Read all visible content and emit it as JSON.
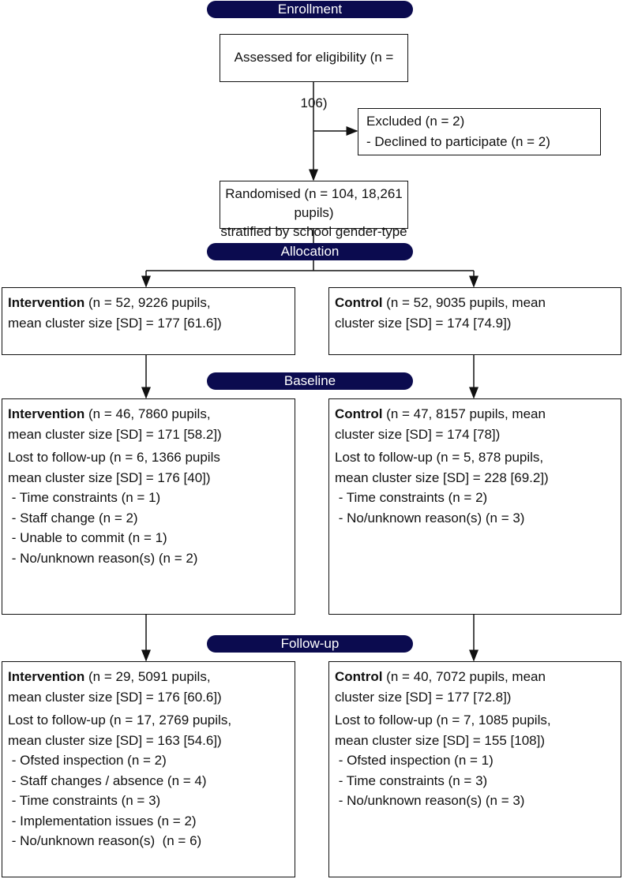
{
  "stages": {
    "enrollment": "Enrollment",
    "allocation": "Allocation",
    "baseline": "Baseline",
    "followup": "Follow-up"
  },
  "assessed": "Assessed for eligibility (n = 106)",
  "excluded": {
    "title": "Excluded (n = 2)",
    "items": [
      "- Declined to participate (n = 2)"
    ]
  },
  "randomised": [
    "Randomised (n = 104, 18,261 pupils)",
    "stratified by school gender-type"
  ],
  "allocation": {
    "intervention": {
      "label": "Intervention",
      "l1": " (n = 52, 9226 pupils,",
      "l2": "mean cluster size [SD] = 177 [61.6])"
    },
    "control": {
      "label": "Control",
      "l1": " (n = 52, 9035 pupils, mean",
      "l2": "cluster size [SD] = 174 [74.9])"
    }
  },
  "baseline": {
    "intervention": {
      "label": "Intervention",
      "l1": " (n = 46, 7860 pupils,",
      "l2": "mean cluster size [SD] = 171 [58.2])",
      "lost": [
        "Lost to follow-up (n = 6, 1366 pupils",
        "mean cluster size [SD] = 176 [40])"
      ],
      "reasons": [
        " - Time constraints (n = 1)",
        " - Staff change (n = 2)",
        " - Unable to commit (n = 1)",
        " - No/unknown reason(s) (n = 2)"
      ]
    },
    "control": {
      "label": "Control",
      "l1": " (n = 47, 8157 pupils, mean",
      "l2": "cluster size [SD] = 174 [78])",
      "lost": [
        "Lost to follow-up (n = 5, 878 pupils,",
        "mean cluster size [SD] = 228 [69.2])"
      ],
      "reasons": [
        " - Time constraints (n = 2)",
        " - No/unknown reason(s) (n = 3)"
      ]
    }
  },
  "followup": {
    "intervention": {
      "label": "Intervention",
      "l1": " (n = 29, 5091 pupils,",
      "l2": "mean cluster size [SD] = 176 [60.6])",
      "lost": [
        "Lost to follow-up (n = 17, 2769 pupils,",
        "mean cluster size [SD] = 163 [54.6])"
      ],
      "reasons": [
        " - Ofsted inspection (n = 2)",
        " - Staff changes / absence (n = 4)",
        " - Time constraints (n = 3)",
        " - Implementation issues (n = 2)",
        " - No/unknown reason(s)  (n = 6)"
      ]
    },
    "control": {
      "label": "Control",
      "l1": " (n = 40, 7072 pupils, mean",
      "l2": "cluster size [SD] = 177 [72.8])",
      "lost": [
        "Lost to follow-up (n = 7, 1085 pupils,",
        "mean cluster size [SD] = 155 [108])"
      ],
      "reasons": [
        " - Ofsted inspection (n = 1)",
        " - Time constraints (n = 3)",
        " - No/unknown reason(s) (n = 3)"
      ]
    }
  },
  "colors": {
    "pill": "#0b0b4f",
    "line": "#111111"
  }
}
